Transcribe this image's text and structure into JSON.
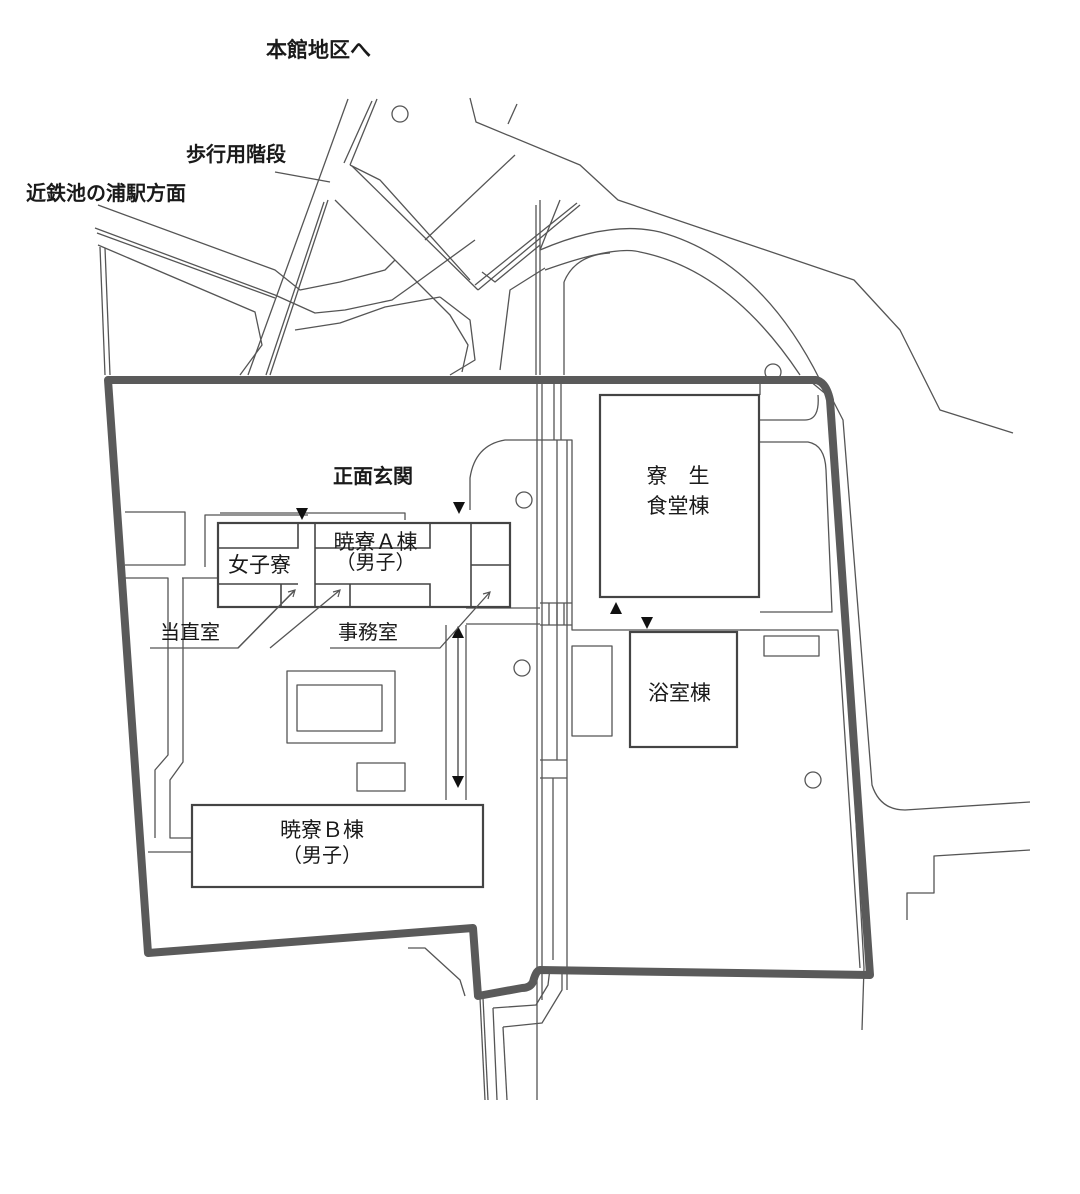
{
  "map": {
    "directions": {
      "main_building": "本館地区へ",
      "stairs": "歩行用階段",
      "station": "近鉄池の浦駅方面"
    },
    "entrance_label": "正面玄関",
    "buildings": {
      "womens_dorm": "女子寮",
      "dorm_a_line1": "暁寮Ａ棟",
      "dorm_a_line2": "（男子）",
      "dining_line1": "寮　生",
      "dining_line2": "食堂棟",
      "bath": "浴室棟",
      "dorm_b_line1": "暁寮Ｂ棟",
      "dorm_b_line2": "（男子）"
    },
    "rooms": {
      "duty_room": "当直室",
      "office": "事務室"
    },
    "colors": {
      "boundary": "#5a5a5a",
      "lines": "#555555",
      "background": "#ffffff"
    }
  }
}
